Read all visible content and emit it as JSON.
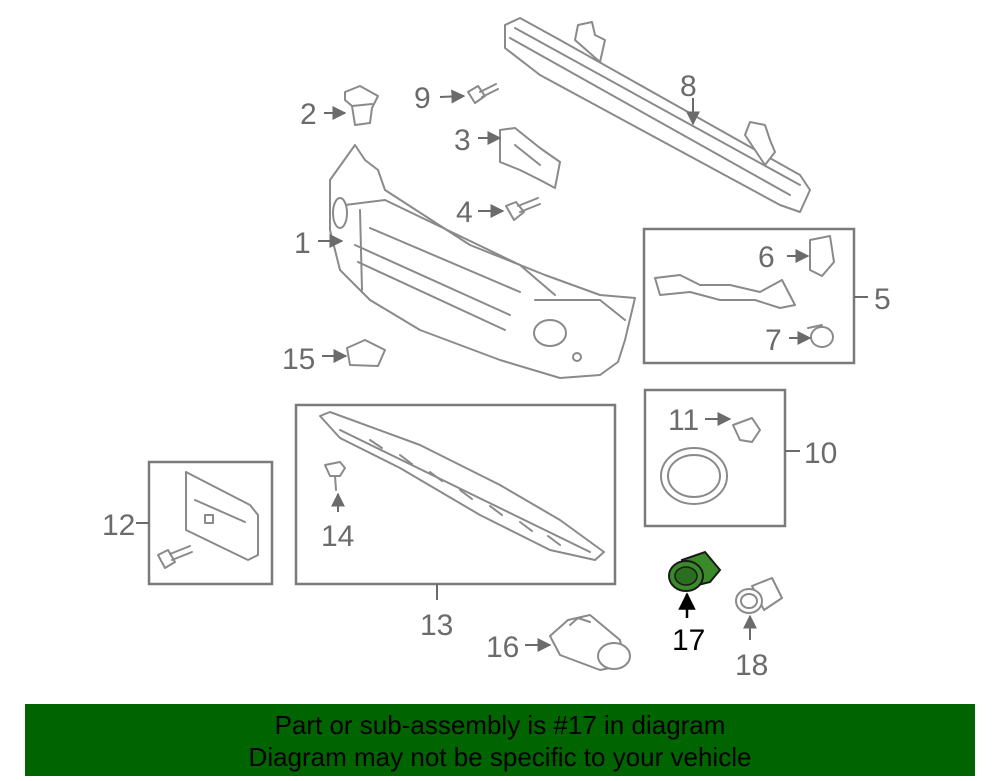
{
  "callouts": {
    "c1": "1",
    "c2": "2",
    "c3": "3",
    "c4": "4",
    "c5": "5",
    "c6": "6",
    "c7": "7",
    "c8": "8",
    "c9": "9",
    "c10": "10",
    "c11": "11",
    "c12": "12",
    "c13": "13",
    "c14": "14",
    "c15": "15",
    "c16": "16",
    "c17": "17",
    "c18": "18"
  },
  "highlight": {
    "part_number": "17",
    "color": "#3a8a2a"
  },
  "banner": {
    "line1": "Part or sub-assembly is #17 in diagram",
    "line2": "Diagram may not be specific to your vehicle",
    "background": "#006400"
  }
}
